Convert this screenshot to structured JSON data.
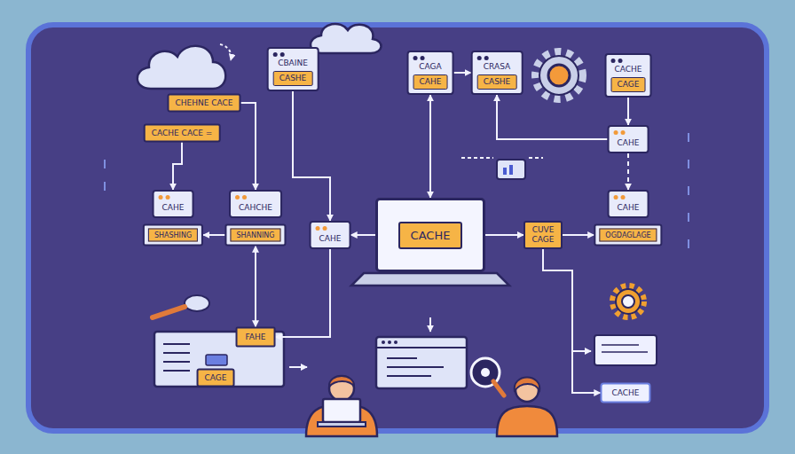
{
  "diagram": {
    "nodes": [
      {
        "text": [
          "CHEHNE CACE"
        ]
      },
      {
        "text": [
          "CACHE CACE ="
        ]
      },
      {
        "text": [
          "CBAINE",
          "CASHE"
        ]
      },
      {
        "text": [
          "CAGA",
          "CAHE"
        ]
      },
      {
        "text": [
          "CRASA",
          "CASHE"
        ]
      },
      {
        "text": [
          "CACHE",
          "CAGE"
        ]
      },
      {
        "text": [
          "CAHE"
        ]
      },
      {
        "text": [
          "CAHE"
        ]
      },
      {
        "text": [
          "SHASHING"
        ]
      },
      {
        "text": [
          "CAHCHE"
        ]
      },
      {
        "text": [
          "SHANNING"
        ]
      },
      {
        "text": [
          "CAHE"
        ]
      },
      {
        "text": [
          "CACHE"
        ]
      },
      {
        "text": [
          "CUVE CAGE"
        ]
      },
      {
        "text": [
          "CAHE"
        ]
      },
      {
        "text": [
          "OGDAGLAGE"
        ]
      },
      {
        "text": [
          "FAHE"
        ]
      },
      {
        "text": [
          "CAGE"
        ]
      },
      {
        "text": [
          "CACHE"
        ]
      }
    ],
    "edges": [
      {
        "from": 1,
        "to": 7,
        "arrow": "to"
      },
      {
        "from": 0,
        "to": 9,
        "arrow": "to"
      },
      {
        "from": 2,
        "to": 11,
        "arrow": "to"
      },
      {
        "from": 12,
        "to": 3,
        "arrow": "both"
      },
      {
        "from": 3,
        "to": 4,
        "arrow": "to"
      },
      {
        "from": 6,
        "to": 4,
        "arrow": "to"
      },
      {
        "from": 5,
        "to": 6,
        "arrow": "to"
      },
      {
        "from": 6,
        "to": 14,
        "arrow": "to"
      },
      {
        "from": 12,
        "to": 11,
        "arrow": "to"
      },
      {
        "from": 12,
        "to": 13,
        "arrow": "to"
      },
      {
        "from": 13,
        "to": 15,
        "arrow": "to"
      },
      {
        "from": 10,
        "to": 8,
        "arrow": "to"
      },
      {
        "from": 10,
        "to": 16,
        "arrow": "both"
      },
      {
        "from": 11,
        "to": 16,
        "arrow": "to"
      },
      {
        "from": 13,
        "to": 18,
        "arrow": "to"
      }
    ]
  }
}
